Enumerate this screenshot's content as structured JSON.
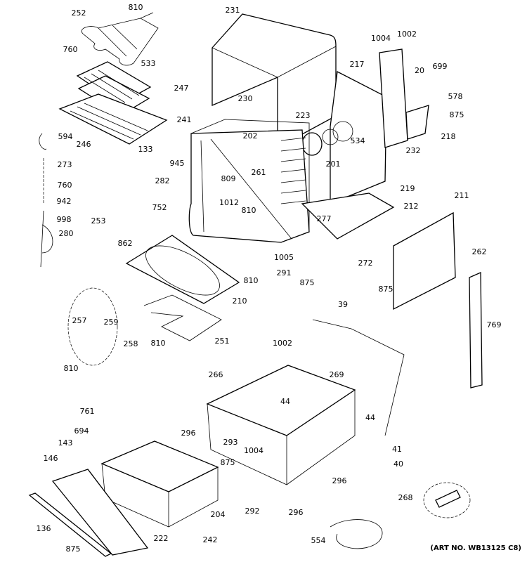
{
  "diagram": {
    "art_number": "(ART NO. WB13125 C8)",
    "labels": [
      "252",
      "810",
      "760",
      "533",
      "247",
      "241",
      "246",
      "594",
      "273",
      "760",
      "942",
      "998",
      "280",
      "133",
      "945",
      "282",
      "809",
      "261",
      "1012",
      "810",
      "752",
      "253",
      "862",
      "231",
      "230",
      "202",
      "223",
      "534",
      "201",
      "232",
      "219",
      "212",
      "277",
      "1005",
      "291",
      "272",
      "875",
      "810",
      "210",
      "1004",
      "1002",
      "217",
      "20",
      "699",
      "578",
      "875",
      "218",
      "211",
      "262",
      "875",
      "769",
      "39",
      "1002",
      "269",
      "266",
      "44",
      "44",
      "296",
      "293",
      "1004",
      "41",
      "40",
      "296",
      "296",
      "268",
      "554",
      "257",
      "259",
      "258",
      "810",
      "810",
      "251",
      "761",
      "694",
      "143",
      "146",
      "875",
      "292",
      "204",
      "242",
      "222",
      "136",
      "875"
    ]
  }
}
